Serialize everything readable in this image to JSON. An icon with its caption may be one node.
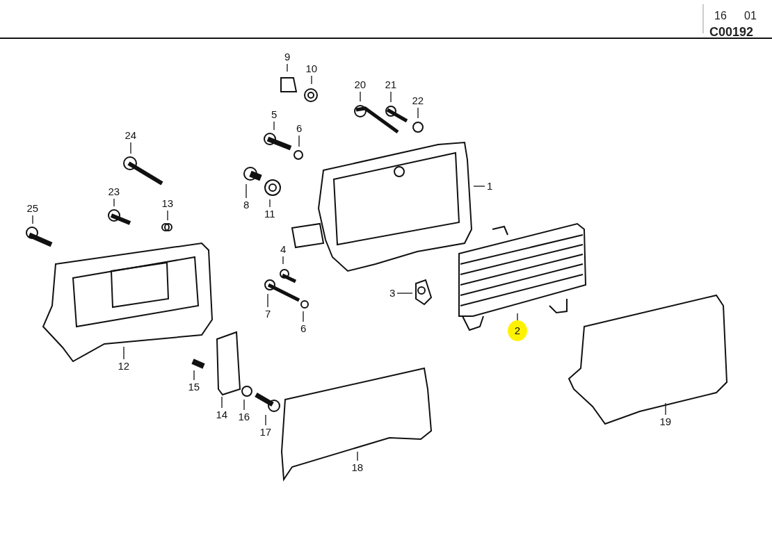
{
  "diagram": {
    "nodes": [
      {
        "text": [
          "9"
        ]
      },
      {
        "text": [
          "10"
        ]
      },
      {
        "text": [
          "20"
        ]
      },
      {
        "text": [
          "21"
        ]
      },
      {
        "text": [
          "22"
        ]
      },
      {
        "text": [
          "5"
        ]
      },
      {
        "text": [
          "6"
        ]
      },
      {
        "text": [
          "24"
        ]
      },
      {
        "text": [
          "1"
        ]
      },
      {
        "text": [
          "23"
        ]
      },
      {
        "text": [
          "13"
        ]
      },
      {
        "text": [
          "25"
        ]
      },
      {
        "text": [
          "8"
        ]
      },
      {
        "text": [
          "11"
        ]
      },
      {
        "text": [
          "4"
        ]
      },
      {
        "text": [
          "3"
        ]
      },
      {
        "text": [
          "7"
        ]
      },
      {
        "text": [
          "6"
        ]
      },
      {
        "text": [
          "2"
        ]
      },
      {
        "text": [
          "12"
        ]
      },
      {
        "text": [
          "15"
        ]
      },
      {
        "text": [
          "14"
        ]
      },
      {
        "text": [
          "16"
        ]
      },
      {
        "text": [
          "17"
        ]
      },
      {
        "text": [
          "19"
        ]
      },
      {
        "text": [
          "18"
        ]
      }
    ],
    "edges": [
      {
        "from": 0,
        "to": null,
        "arrow": "none"
      },
      {
        "from": 1,
        "to": null,
        "arrow": "none"
      },
      {
        "from": 2,
        "to": null,
        "arrow": "none"
      },
      {
        "from": 3,
        "to": null,
        "arrow": "none"
      },
      {
        "from": 4,
        "to": null,
        "arrow": "none"
      },
      {
        "from": 5,
        "to": null,
        "arrow": "none"
      },
      {
        "from": 6,
        "to": null,
        "arrow": "none"
      },
      {
        "from": 7,
        "to": null,
        "arrow": "none"
      },
      {
        "from": 8,
        "to": null,
        "arrow": "none"
      },
      {
        "from": 9,
        "to": null,
        "arrow": "none"
      },
      {
        "from": 10,
        "to": null,
        "arrow": "none"
      },
      {
        "from": 11,
        "to": null,
        "arrow": "none"
      },
      {
        "from": 12,
        "to": null,
        "arrow": "none"
      },
      {
        "from": 13,
        "to": null,
        "arrow": "none"
      },
      {
        "from": 14,
        "to": null,
        "arrow": "none"
      },
      {
        "from": 15,
        "to": null,
        "arrow": "none"
      },
      {
        "from": 16,
        "to": null,
        "arrow": "none"
      },
      {
        "from": 17,
        "to": null,
        "arrow": "none"
      },
      {
        "from": 18,
        "to": null,
        "arrow": "none"
      },
      {
        "from": 19,
        "to": null,
        "arrow": "none"
      },
      {
        "from": 20,
        "to": null,
        "arrow": "none"
      },
      {
        "from": 21,
        "to": null,
        "arrow": "none"
      },
      {
        "from": 22,
        "to": null,
        "arrow": "none"
      },
      {
        "from": 23,
        "to": null,
        "arrow": "none"
      },
      {
        "from": 24,
        "to": null,
        "arrow": "none"
      },
      {
        "from": 25,
        "to": null,
        "arrow": "none"
      }
    ],
    "labels": [
      "16",
      "01",
      "C00192"
    ]
  }
}
